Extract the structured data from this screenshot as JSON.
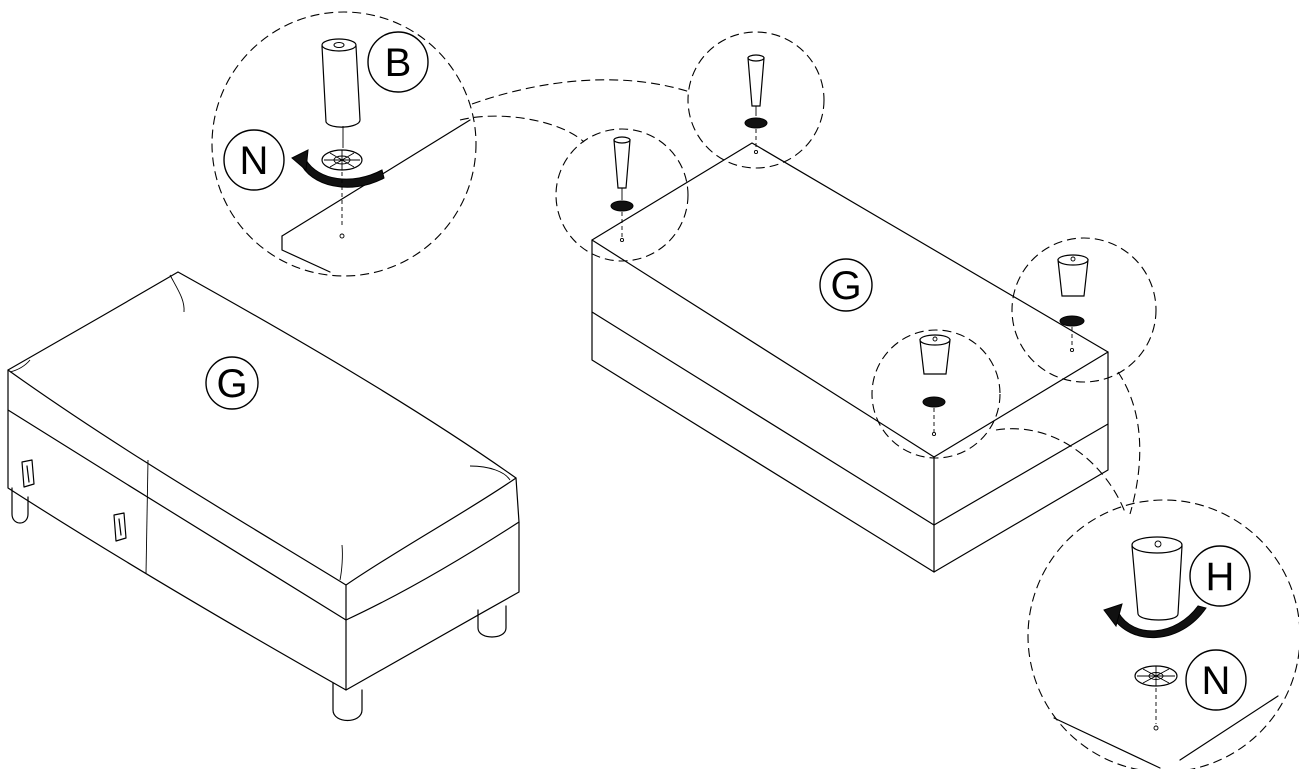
{
  "diagram": {
    "labels": {
      "part_b": "B",
      "part_n_top": "N",
      "part_g_left": "G",
      "part_g_right": "G",
      "part_h": "H",
      "part_n_bottom": "N"
    },
    "colors": {
      "line": "#000000",
      "background": "#ffffff"
    }
  }
}
